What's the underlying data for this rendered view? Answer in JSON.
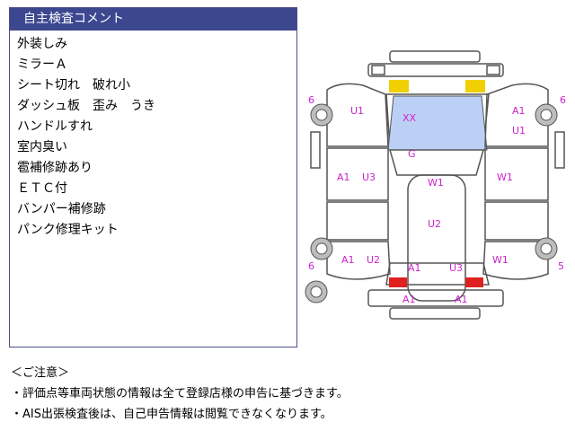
{
  "panel": {
    "title": "自主検査コメント",
    "items": [
      "外装しみ",
      "ミラーＡ",
      "シート切れ　破れ小",
      "ダッシュ板　歪み　うき",
      "ハンドルすれ",
      "室内臭い",
      "雹補修跡あり",
      "ＥＴＣ付",
      "バンパー補修跡",
      "パンク修理キット"
    ]
  },
  "diagram": {
    "labels": {
      "front_left_door_num": "6",
      "front_left_fender": "U1",
      "windshield": "XX",
      "front_right_fender": "A1",
      "front_right_door": "U1",
      "front_right_num": "6",
      "hood_front": "G",
      "left_front_door_a": "A1",
      "left_front_door_b": "U3",
      "roof_front": "W1",
      "right_front_door": "W1",
      "roof_center": "U2",
      "left_rear_a": "A1",
      "left_rear_b": "U2",
      "left_rear_num": "6",
      "rear_left": "A1",
      "rear_center": "U3",
      "right_rear": "W1",
      "right_rear_num": "5",
      "rear_bumper_left": "A1",
      "rear_bumper_right": "A1"
    },
    "colors": {
      "label": "#cc22cc",
      "windshield_fill": "#bcd0f6",
      "headlight": "#f0d000",
      "taillight": "#e02020"
    }
  },
  "notes": {
    "heading": "＜ご注意＞",
    "lines": [
      "・評価点等車両状態の情報は全て登録店様の申告に基づきます。",
      "・AIS出張検査後は、自己申告情報は閲覧できなくなります。"
    ]
  }
}
